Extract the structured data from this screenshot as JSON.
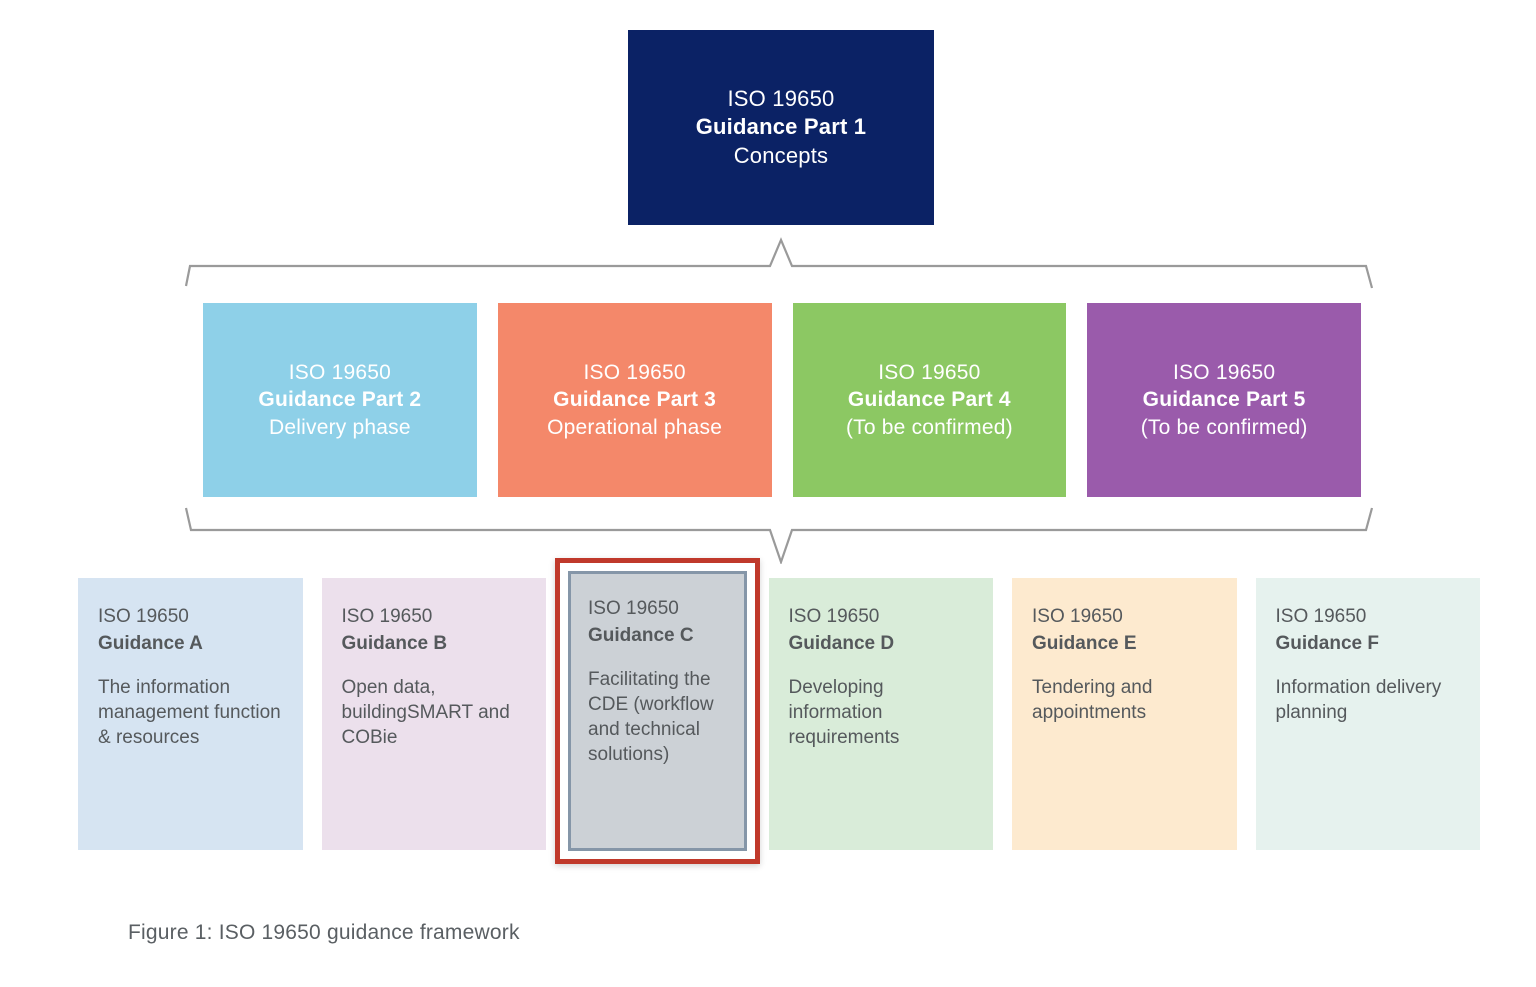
{
  "figure": {
    "caption": "Figure 1:  ISO 19650 guidance framework",
    "background": "#ffffff",
    "connector_color": "#9a9a9a"
  },
  "top_box": {
    "line1": "ISO 19650",
    "line2": "Guidance Part 1",
    "line3": "Concepts",
    "bg": "#0b2265",
    "text_color": "#ffffff"
  },
  "parts": [
    {
      "line1": "ISO 19650",
      "line2": "Guidance Part 2",
      "line3": "Delivery phase",
      "bg": "#8ed0e8",
      "text_color": "#ffffff"
    },
    {
      "line1": "ISO 19650",
      "line2": "Guidance Part 3",
      "line3": "Operational phase",
      "bg": "#f4886a",
      "text_color": "#ffffff"
    },
    {
      "line1": "ISO 19650",
      "line2": "Guidance Part 4",
      "line3": "(To be confirmed)",
      "bg": "#8cc863",
      "text_color": "#ffffff"
    },
    {
      "line1": "ISO 19650",
      "line2": "Guidance Part 5",
      "line3": "(To be confirmed)",
      "bg": "#9a5bab",
      "text_color": "#ffffff"
    }
  ],
  "guidance": [
    {
      "line1": "ISO 19650",
      "line2": "Guidance A",
      "desc": "The information management function & resources",
      "bg": "#d6e4f2",
      "text_color": "#55595c",
      "highlighted": false
    },
    {
      "line1": "ISO 19650",
      "line2": "Guidance B",
      "desc": "Open data, buildingSMART and COBie",
      "bg": "#ece0ec",
      "text_color": "#55595c",
      "highlighted": false
    },
    {
      "line1": "ISO 19650",
      "line2": "Guidance C",
      "desc": "Facilitating the CDE (workflow and technical solutions)",
      "bg": "#ccd1d6",
      "text_color": "#55595c",
      "highlighted": true,
      "highlight_border": "#c0392b",
      "inner_border": "#8596a8"
    },
    {
      "line1": "ISO 19650",
      "line2": "Guidance D",
      "desc": "Developing information requirements",
      "bg": "#d9ecd9",
      "text_color": "#55595c",
      "highlighted": false
    },
    {
      "line1": "ISO 19650",
      "line2": "Guidance E",
      "desc": "Tendering and appointments",
      "bg": "#fdeacf",
      "text_color": "#55595c",
      "highlighted": false
    },
    {
      "line1": "ISO 19650",
      "line2": "Guidance F",
      "desc": "Information delivery planning",
      "bg": "#e6f2ee",
      "text_color": "#55595c",
      "highlighted": false
    }
  ]
}
